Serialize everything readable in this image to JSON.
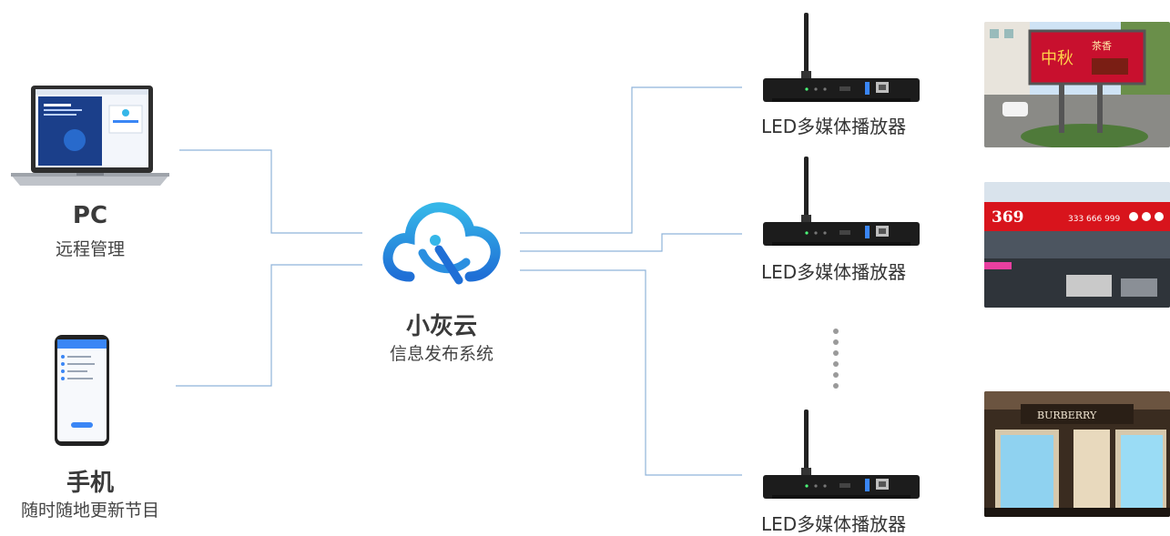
{
  "pc": {
    "title": "PC",
    "subtitle": "远程管理"
  },
  "phone": {
    "title": "手机",
    "subtitle": "随时随地更新节目"
  },
  "cloud": {
    "title": "小灰云",
    "subtitle": "信息发布系统"
  },
  "players": [
    {
      "label": "LED多媒体播放器"
    },
    {
      "label": "LED多媒体播放器"
    },
    {
      "label": "LED多媒体播放器"
    }
  ],
  "screens": [
    {
      "sign_text": "中秋",
      "tag": "茶香"
    },
    {
      "sign_text": "369",
      "phone": "333 666 999"
    },
    {
      "brand": "BURBERRY"
    }
  ],
  "colors": {
    "line": "#8fb3d9",
    "cloud_top": "#35b6e8",
    "cloud_bottom": "#1f6fd6",
    "device": "#1c1c1c",
    "dots": "#9a9a9a"
  }
}
